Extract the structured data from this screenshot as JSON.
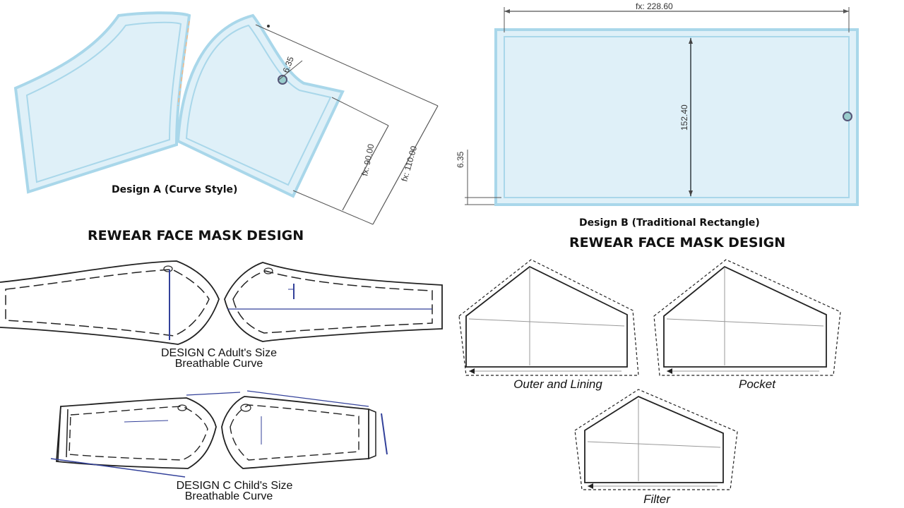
{
  "designA": {
    "caption": "Design A (Curve Style)",
    "dims": [
      "6.35",
      "fx: 90.00",
      "fx: 110.00"
    ]
  },
  "designB": {
    "caption": "Design B (Traditional Rectangle)",
    "dims": [
      "fx: 228.60",
      "152.40",
      "6.35"
    ]
  },
  "heading_left": "REWEAR FACE MASK DESIGN",
  "heading_right": "REWEAR FACE MASK DESIGN",
  "designC_adult": {
    "line1": "DESIGN C Adult's Size",
    "line2": "Breathable Curve"
  },
  "designC_child": {
    "line1": "DESIGN C Child's Size",
    "line2": "Breathable Curve"
  },
  "patterns": {
    "outer": {
      "caption": "Outer and Lining"
    },
    "pocket": {
      "caption": "Pocket"
    },
    "filter": {
      "caption": "Filter"
    }
  },
  "colors": {
    "pattern_fill": "#dff0f8",
    "pattern_stroke": "#a9d7ea",
    "ink": "#222222",
    "dim_line": "#555555"
  }
}
